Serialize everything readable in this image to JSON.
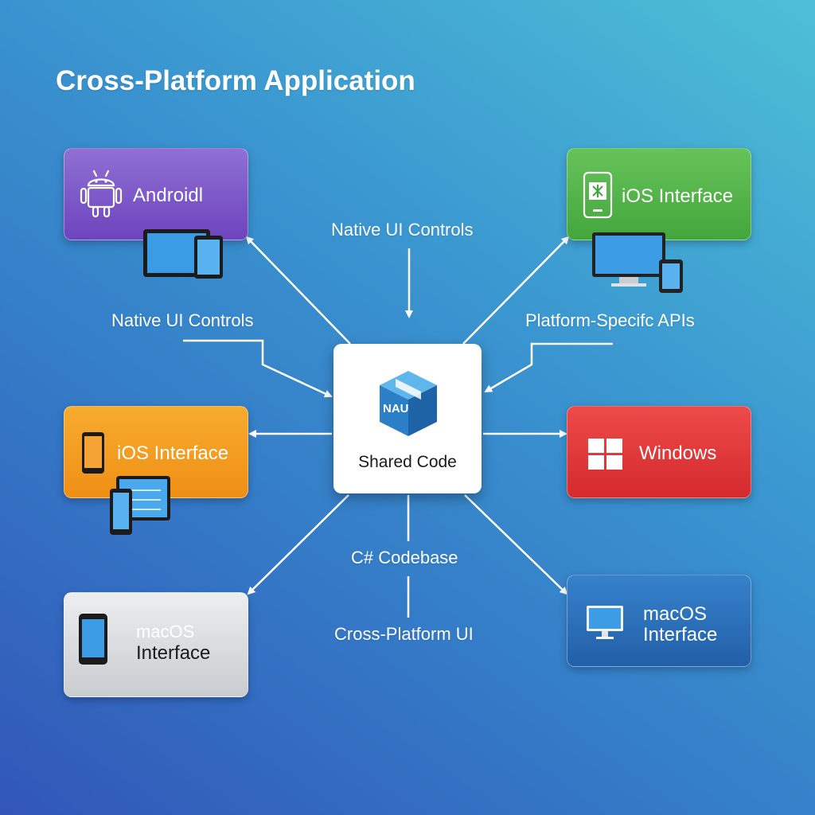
{
  "title": "Cross-Platform Application",
  "colors": {
    "android": "#7a4fc6",
    "ios_top": "#4fb247",
    "ios_left": "#f29a1e",
    "windows": "#df3336",
    "macos_left": "#d4d6d9",
    "macos_right": "#2c72bd",
    "center": "#ffffff"
  },
  "center": {
    "label": "Shared Code",
    "logo_text": "NAU",
    "icon": "cube-icon"
  },
  "cards": {
    "android": {
      "label": "Androidl",
      "icon": "android-icon"
    },
    "ios_top": {
      "label": "iOS Interface",
      "icon": "phone-icon"
    },
    "ios_left": {
      "label": "iOS Interface",
      "icon": "phone-icon"
    },
    "windows": {
      "label": "Windows",
      "icon": "windows-logo-icon"
    },
    "macos_left": {
      "label_line1": "macOS",
      "label_line2": "Interface",
      "icon": "phone-icon"
    },
    "macos_right": {
      "label_line1": "macOS",
      "label_line2": "Interface",
      "icon": "monitor-icon"
    }
  },
  "labels": {
    "native_ui_top": "Native UI Controls",
    "native_ui_left": "Native UI Controls",
    "platform_apis": "Platform-Specifc APIs",
    "codebase": "C# Codebase",
    "cross_platform_ui": "Cross-Platform UI"
  }
}
